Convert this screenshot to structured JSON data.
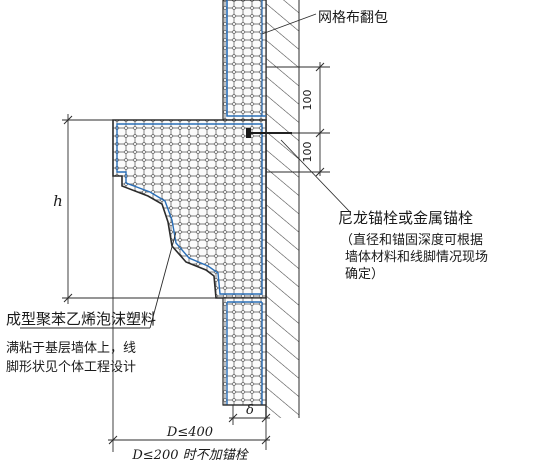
{
  "labels": {
    "mesh_wrap": "网格布翻包",
    "anchor_title": "尼龙锚栓或金属锚栓",
    "anchor_note_1": "（直径和锚固深度可根据",
    "anchor_note_2": "墙体材料和线脚情况现场",
    "anchor_note_3": "确定）",
    "material": "成型聚苯乙烯泡沫塑料",
    "material_note_1": "满粘于基层墙体上，线",
    "material_note_2": "脚形状见个体工程设计"
  },
  "dims": {
    "spacing_top": "100",
    "spacing_bottom": "100",
    "height_symbol": "h",
    "thickness_symbol": "δ",
    "depth_limit": "D≤400",
    "no_anchor_rule": "D≤200 时不加锚栓"
  },
  "colors": {
    "outline": "#2b2b2b",
    "mesh_line": "#2a6fb8",
    "hatch": "#444444",
    "cell": "#555555"
  }
}
